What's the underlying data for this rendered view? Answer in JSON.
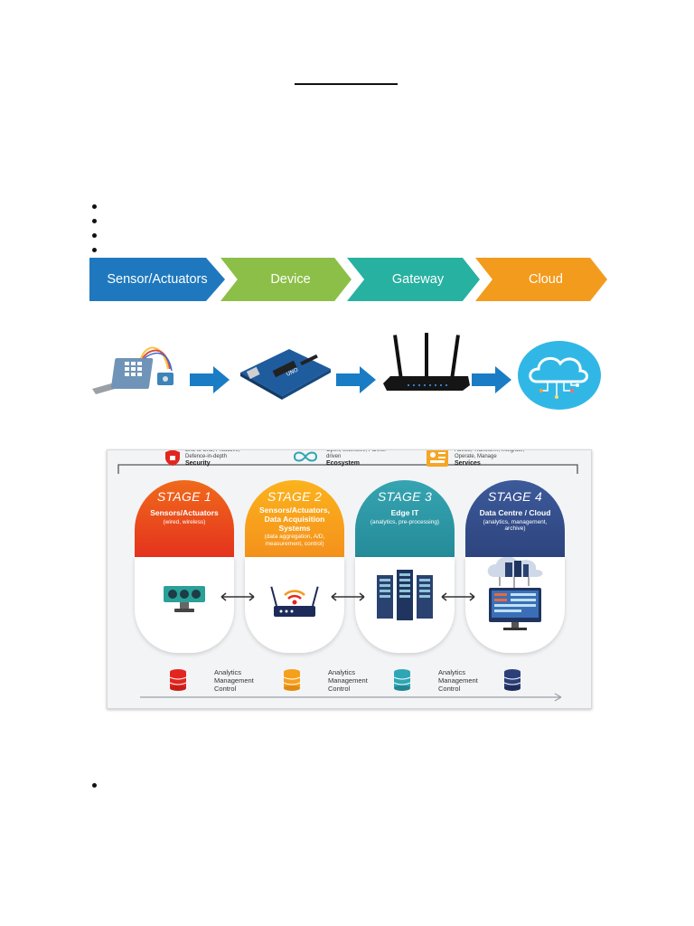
{
  "pipeline": {
    "steps": [
      {
        "label": "Sensor/Actuators",
        "color": "#1f78be"
      },
      {
        "label": "Device",
        "color": "#8cbf47"
      },
      {
        "label": "Gateway",
        "color": "#27b1a1"
      },
      {
        "label": "Cloud",
        "color": "#f39b1c"
      }
    ]
  },
  "hardware": {
    "items": [
      "sensor-board",
      "microcontroller-board",
      "wifi-router",
      "cloud"
    ],
    "arrow_color": "#1a7cc4"
  },
  "stages": {
    "top": [
      {
        "desc": "End-to-End, Proactive, Defence-in-depth",
        "title": "Security",
        "icon": "shield-icon"
      },
      {
        "desc": "Open, extensive, Partner driven",
        "title": "Ecosystem",
        "icon": "infinity-icon"
      },
      {
        "desc": "Advise, Transform, Integrate, Operate, Manage",
        "title": "Services",
        "icon": "services-icon"
      }
    ],
    "items": [
      {
        "num": "STAGE 1",
        "title": "Sensors/Actuators",
        "subtitle": "(wired, wireless)",
        "color_top": "#f06a1b",
        "color_bottom": "#e2261f"
      },
      {
        "num": "STAGE 2",
        "title": "Sensors/Actuators, Data Acquisition Systems",
        "subtitle": "(data aggregation, A/D, measurement, control)",
        "color_top": "#fbb31d",
        "color_bottom": "#f3891b"
      },
      {
        "num": "STAGE 3",
        "title": "Edge IT",
        "subtitle": "(analytics, pre-processing)",
        "color_top": "#36a4b2",
        "color_bottom": "#218592"
      },
      {
        "num": "STAGE 4",
        "title": "Data Centre / Cloud",
        "subtitle": "(analytics, management, archive)",
        "color_top": "#3c5a9a",
        "color_bottom": "#2a3f78"
      }
    ],
    "footer": [
      "Analytics",
      "Management",
      "Control"
    ]
  }
}
